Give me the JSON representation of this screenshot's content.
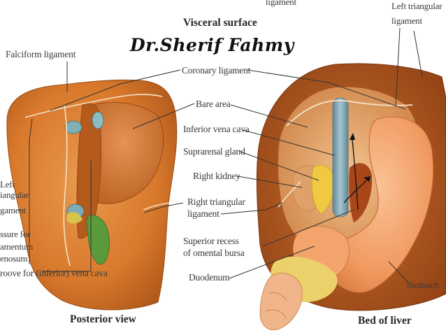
{
  "watermark": "Dr.Sherif Fahmy",
  "headings": {
    "visceral_surface": "Visceral surface",
    "posterior_view": "Posterior view",
    "bed_of_liver": "Bed of liver"
  },
  "labels": {
    "ligament_top": "ligament",
    "left_triangular_1": "Left triangular",
    "left_triangular_2": "ligament",
    "falciform": "Falciform ligament",
    "coronary": "Coronary ligament",
    "bare_area": "Bare area",
    "ivc": "Inferior vena cava",
    "suprarenal": "Suprarenal gland",
    "right_kidney": "Right kidney",
    "right_triangular_1": "Right triangular",
    "right_triangular_2": "ligament",
    "sup_recess_1": "Superior recess",
    "sup_recess_2": "of omental bursa",
    "duodenum": "Duodenum",
    "stomach": "Stomach",
    "left_edge_1": "Left",
    "left_edge_2": "iangular",
    "left_edge_3": "gament",
    "left_edge_4": "ssure for",
    "left_edge_5": "amentum",
    "left_edge_6": "enosum",
    "groove_vc": "roove for (inferior) vena cava"
  },
  "colors": {
    "liver": "#d9792c",
    "liver_dark": "#b85a1c",
    "bare_area": "#c06a2a",
    "ivc": "#7fa6b4",
    "gallbladder": "#5a9a3a",
    "stomach": "#f3a06a",
    "pancreas": "#e8c25a",
    "kidney_bed": "#e9b07a",
    "line": "#3a3a3a"
  }
}
